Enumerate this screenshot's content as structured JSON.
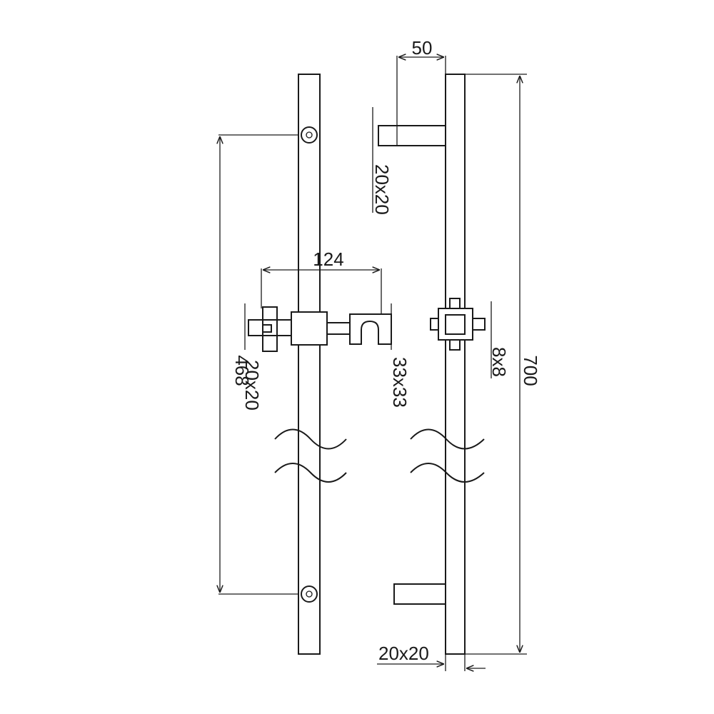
{
  "diagram": {
    "colors": {
      "line": "#1a1a1a",
      "background": "#ffffff"
    },
    "dimensions": {
      "top_width": "50",
      "total_height": "700",
      "mount_spacing": "468",
      "slider_span": "124",
      "bracket_section": "20x20",
      "slider_section": "20x20",
      "holder_size": "33x33",
      "knob_size": "8x8",
      "rail_section": "20x20"
    }
  }
}
